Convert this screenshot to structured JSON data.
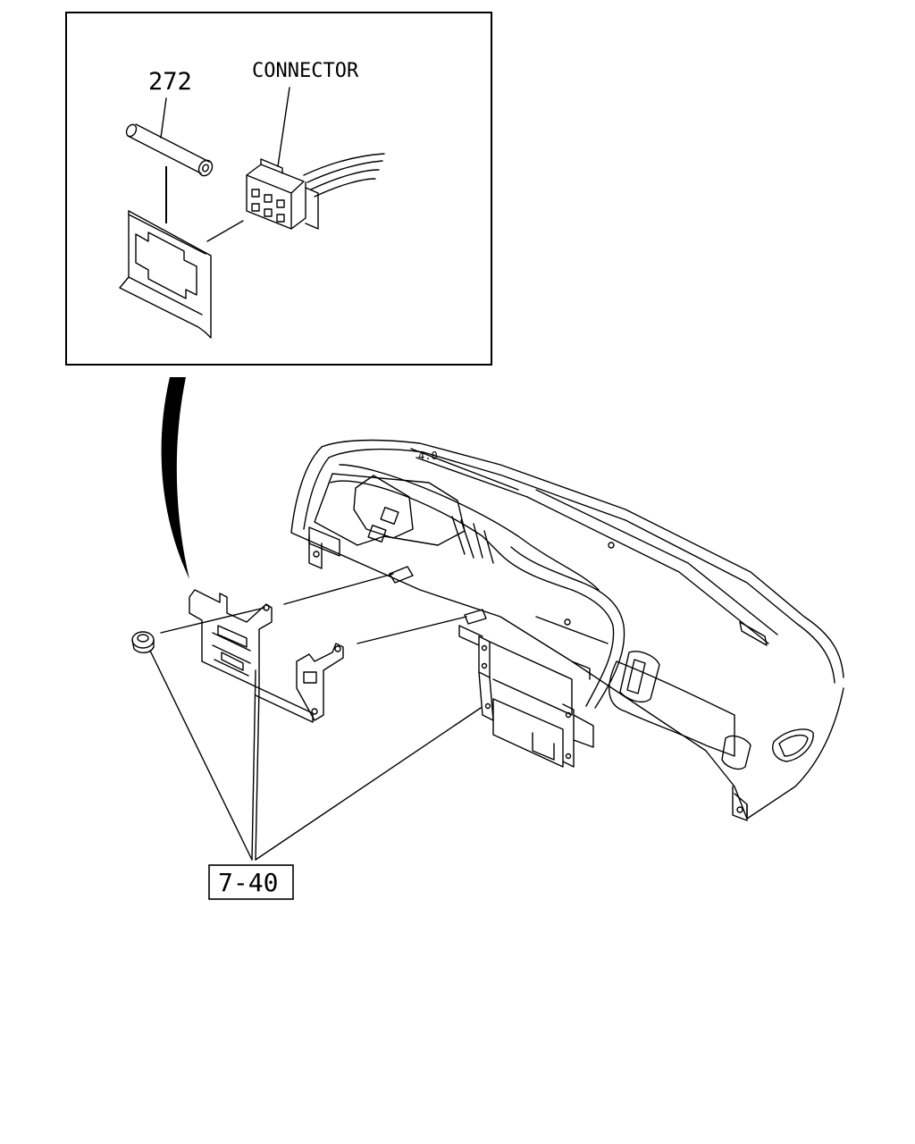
{
  "diagram": {
    "callouts": {
      "part_272": "272",
      "connector": "CONNECTOR",
      "ref_7_40": "7-40"
    }
  }
}
